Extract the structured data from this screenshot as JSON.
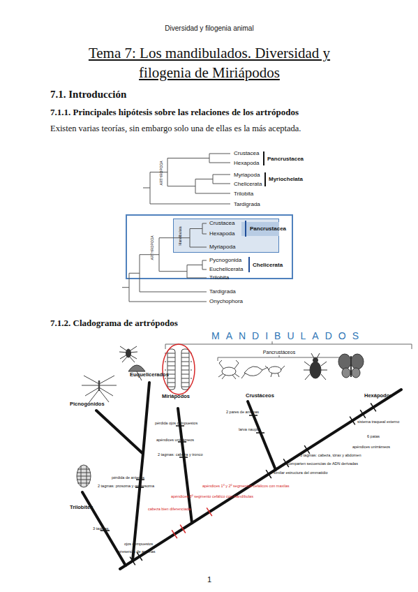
{
  "diagram": {
    "title": "Tema 7: Los mandibulados. Diversidad y filogenia de Miriápodos",
    "nodes": [
      {
        "text": [
          "ARTHROPODA"
        ]
      },
      {
        "text": [
          "Mandibulata"
        ],
        "in": 0
      }
    ],
    "labels": [
      "Diversidad y filogenia animal",
      "7.1. Introducción",
      "7.1.1. Principales hipótesis sobre las relaciones de los artrópodos",
      "Existen varias teorías, sin embargo solo una de ellas es la más aceptada.",
      "Crustacea",
      "Hexapoda",
      "Pancrustacea",
      "Myriapoda",
      "Chelicerata",
      "Myriochelata",
      "Trilobita",
      "Tardigrada",
      "ARTHROPODA",
      "Crustacea",
      "Hexapoda",
      "Myriapoda",
      "Pancrustacea",
      "Pycnogonida",
      "Euchelicerata",
      "Chelicerata",
      "Trilobita",
      "Tardigrada",
      "Onychophora",
      "7.1.2. Cladograma de artrópodos",
      "MANDIBULADOS",
      "Pancrustáceos",
      "Picnogónidos",
      "Euquelicerados",
      "Miriápodos",
      "Crustáceos",
      "Hexápodos",
      "Trilobites",
      "pérdida ojos compuestos",
      "apéndices unirrámeos",
      "2 tagmas: cabeza y tronco",
      "2 pares de antenas",
      "larva nauplio",
      "sistema traqueal externo",
      "6 patas",
      "apéndices unirrámeos",
      "3 tagmas: cabeza, tórax y abdomen",
      "comparten secuencias de ADN derivadas",
      "similar estructura del ommatidio",
      "apéndices 1º y 2º segmentos cefálicos con maxilas",
      "apéndices 3º segmento cefálico con mandíbulas",
      "cabeza bien diferenciada",
      "pérdida de antenas",
      "2 tagmas: prosoma y opistosoma",
      "3 tagmas",
      "ojos compuestos",
      "presencia de antenas",
      "1"
    ]
  }
}
